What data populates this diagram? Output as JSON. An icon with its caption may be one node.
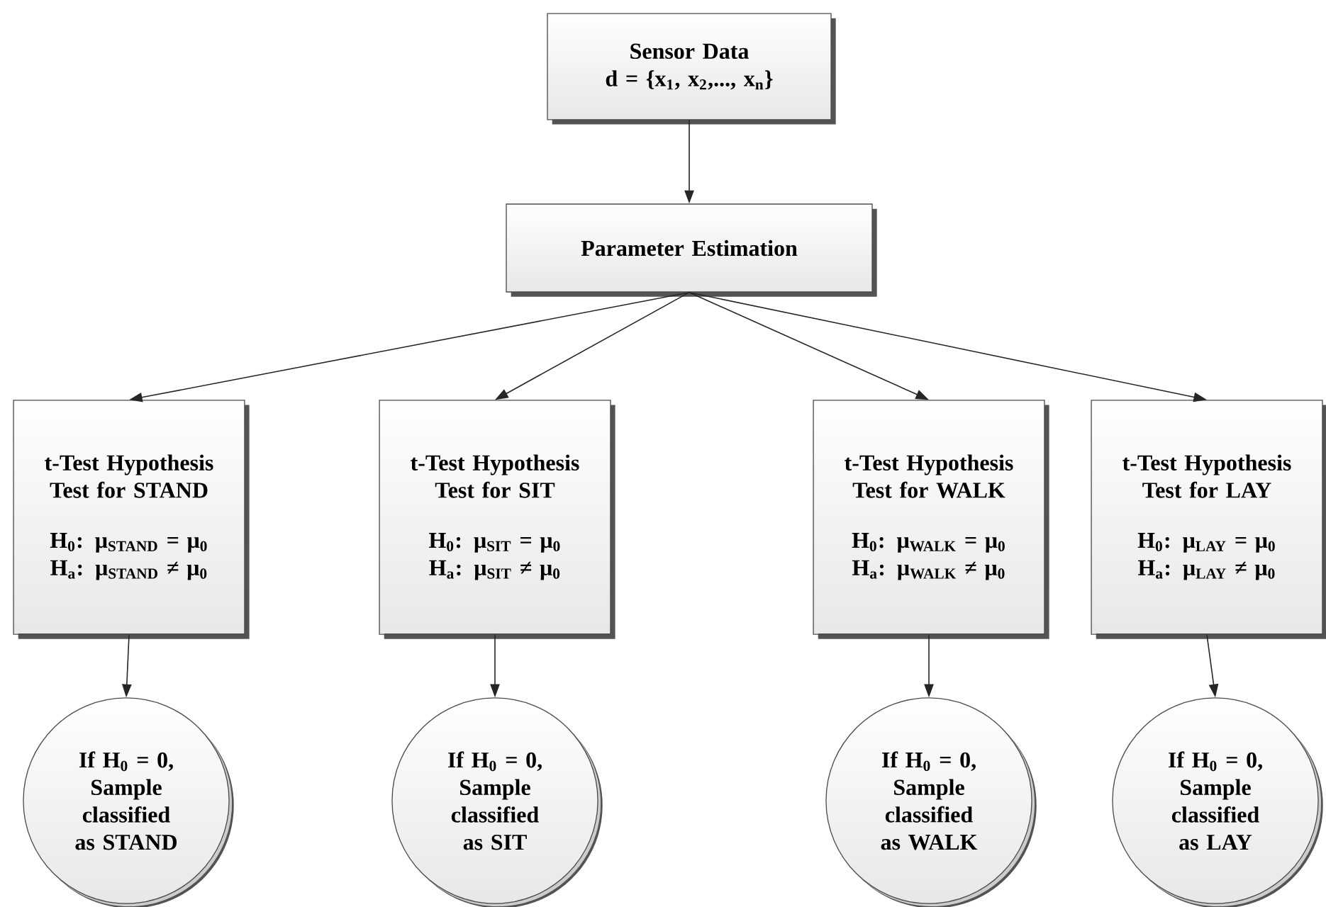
{
  "diagram": {
    "nodes": [
      {
        "text": [
          "Sensor Data",
          "d = {x$_{1}$, x$_{2}$,..., x$_{n}$}"
        ]
      },
      {
        "text": [
          "Parameter Estimation"
        ]
      },
      {
        "text": [
          "t-Test Hypothesis Test for STAND",
          "H$_{0}$: μ$_{STAND}$ = μ$_{0}$",
          "H$_{a}$: μ$_{STAND}$ ≠ μ$_{0}$"
        ]
      },
      {
        "text": [
          "t-Test Hypothesis Test for SIT",
          "H$_{0}$: μ$_{SIT}$ = μ$_{0}$",
          "H$_{a}$: μ$_{SIT}$ ≠ μ$_{0}$"
        ]
      },
      {
        "text": [
          "t-Test Hypothesis Test for WALK",
          "H$_{0}$: μ$_{WALK}$ = μ$_{0}$",
          "H$_{a}$: μ$_{WALK}$ ≠ μ$_{0}$"
        ]
      },
      {
        "text": [
          "t-Test Hypothesis Test for LAY",
          "H$_{0}$: μ$_{LAY}$ = μ$_{0}$",
          "H$_{a}$: μ$_{LAY}$ ≠ μ$_{0}$"
        ]
      },
      {
        "text": [
          "If H$_{0}$ = 0, Sample classified as STAND"
        ]
      },
      {
        "text": [
          "If H$_{0}$ = 0, Sample classified as SIT"
        ]
      },
      {
        "text": [
          "If H$_{0}$ = 0, Sample classified as WALK"
        ]
      },
      {
        "text": [
          "If H$_{0}$ = 0, Sample classified as LAY"
        ]
      }
    ],
    "edges": [
      {
        "from": 0,
        "to": 1,
        "arrow": "to"
      },
      {
        "from": 1,
        "to": 2,
        "arrow": "to"
      },
      {
        "from": 1,
        "to": 3,
        "arrow": "to"
      },
      {
        "from": 1,
        "to": 4,
        "arrow": "to"
      },
      {
        "from": 1,
        "to": 5,
        "arrow": "to"
      },
      {
        "from": 2,
        "to": 6,
        "arrow": "to"
      },
      {
        "from": 3,
        "to": 7,
        "arrow": "to"
      },
      {
        "from": 4,
        "to": 8,
        "arrow": "to"
      },
      {
        "from": 5,
        "to": 9,
        "arrow": "to"
      }
    ]
  }
}
